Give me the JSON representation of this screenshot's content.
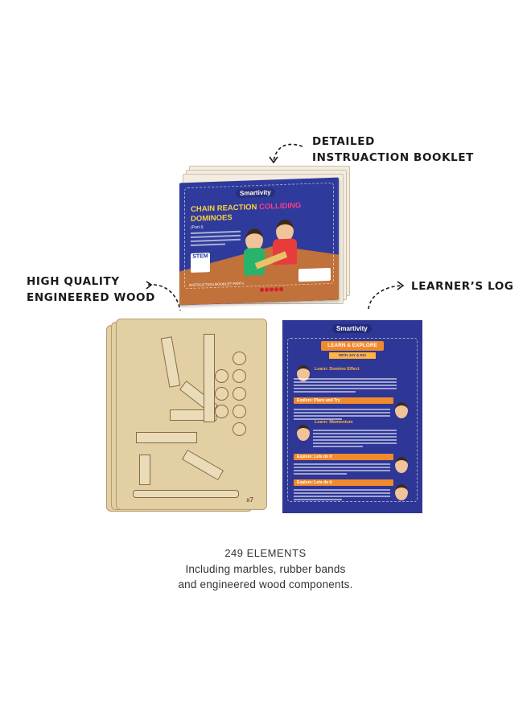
{
  "callouts": {
    "booklet": {
      "line1": "DETAILED",
      "line2": "INSTRUACTION BOOKLET"
    },
    "wood": {
      "line1": "HIGH QUALITY",
      "line2": "ENGINEERED WOOD"
    },
    "log": {
      "line1": "LEARNER’S LOG"
    }
  },
  "booklet": {
    "brand": "Smartivity",
    "title_a": "CHAIN REACTION ",
    "title_b": "COLLIDING",
    "title_c": "DOMINOES",
    "part": "(Part-I)",
    "stem": "STEM",
    "footer": "INSTRUCTION BOOKLET PART-I"
  },
  "wood": {
    "count_tag": "x7"
  },
  "log": {
    "brand": "Smartivity",
    "banner": "LEARN & EXPLORE",
    "subbanner": "WITH JAY & RIA",
    "sections": [
      "Learn: Domino Effect",
      "Explore: Place and Try",
      "Learn: Momentum",
      "Explore: Lets do it",
      "Explore: Lets do it"
    ]
  },
  "footer": {
    "count": "249 ELEMENTS",
    "line1": "Including marbles, rubber bands",
    "line2": "and engineered wood components."
  }
}
